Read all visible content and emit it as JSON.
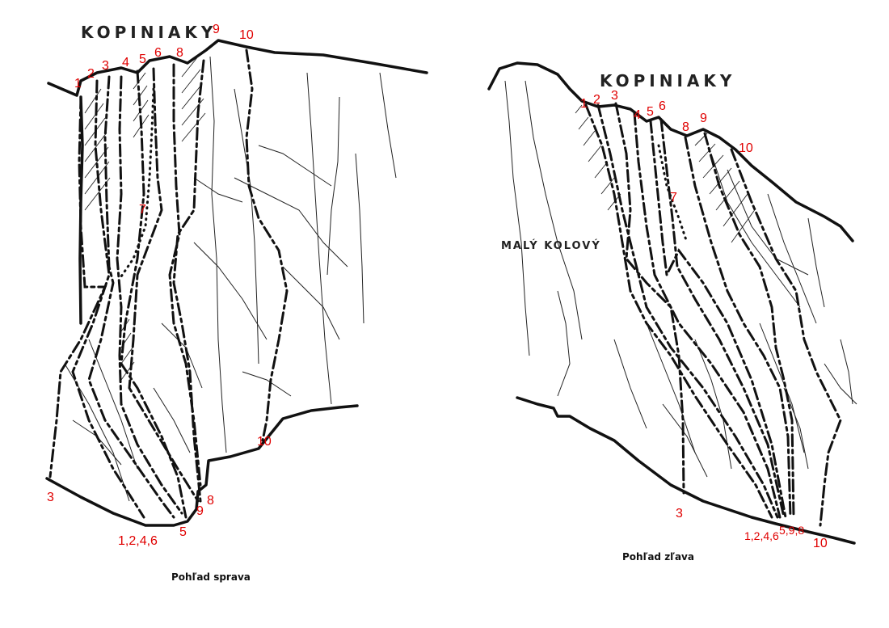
{
  "left_view": {
    "peak_name": "KOPINIAKY",
    "caption": "Pohľad sprava",
    "top_labels": [
      "1",
      "2",
      "3",
      "4",
      "5",
      "6",
      "8",
      "9",
      "10"
    ],
    "mid_label": "7",
    "bottom_labels": {
      "left_3": "3",
      "group": "1,2,4,6",
      "five": "5",
      "nine": "9",
      "eight": "8",
      "ten": "10"
    }
  },
  "right_view": {
    "peak_name": "KOPINIAKY",
    "neighbor_name": "MALÝ KOLOVÝ",
    "caption": "Pohľad zľava",
    "top_labels": [
      "1",
      "2",
      "3",
      "4",
      "5",
      "6",
      "8",
      "9",
      "10"
    ],
    "mid_label": "7",
    "bottom_labels": {
      "three": "3",
      "group": "1,2,4,6",
      "group2": "5,9,8",
      "ten": "10"
    }
  },
  "colors": {
    "route_numbers": "#e00000",
    "lines": "#111111"
  }
}
